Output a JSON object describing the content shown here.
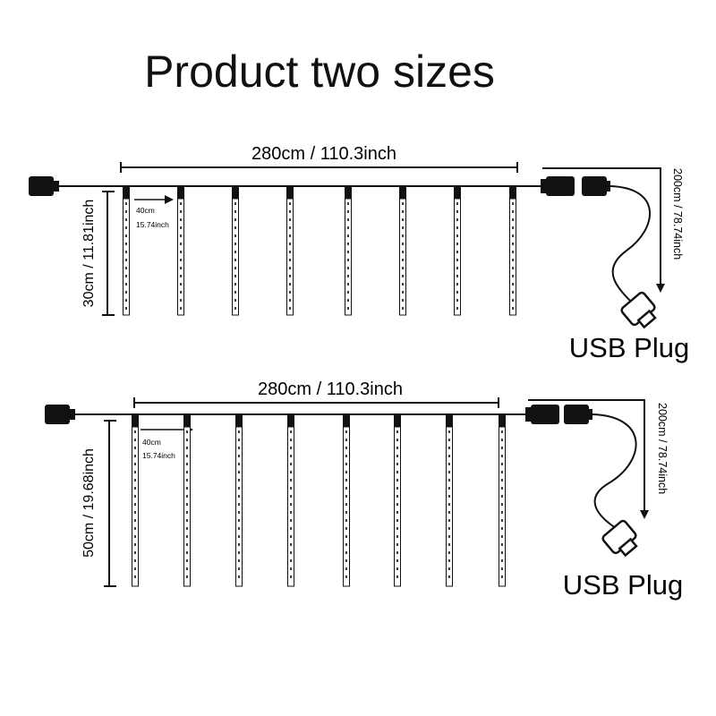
{
  "title": "Product two sizes",
  "colors": {
    "stroke": "#111111",
    "tube": "#ffffff"
  },
  "icons": [
    "plug-icon",
    "usb-plug-icon",
    "arrow-icon"
  ],
  "variants": [
    {
      "width_label": "280cm / 110.3inch",
      "length_label": "30cm / 11.81inch",
      "spacing_cm": "40cm",
      "spacing_inch": "15.74inch",
      "cable_label": "200cm / 78.74inch",
      "usb_label": "USB Plug",
      "tube_count": 8
    },
    {
      "width_label": "280cm / 110.3inch",
      "length_label": "50cm / 19.68inch",
      "spacing_cm": "40cm",
      "spacing_inch": "15.74inch",
      "cable_label": "200cm / 78.74inch",
      "usb_label": "USB Plug",
      "tube_count": 8
    }
  ]
}
